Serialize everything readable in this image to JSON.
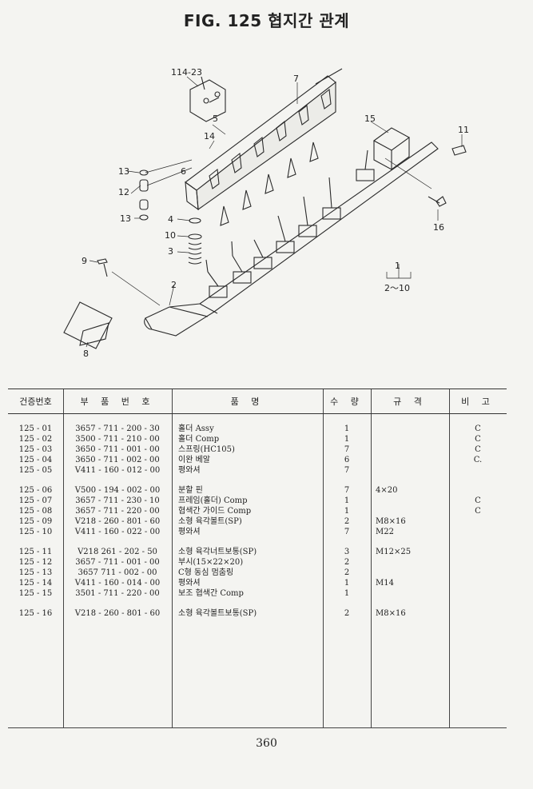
{
  "title": "FIG. 125 협지간 관계",
  "callouts": [
    "114-23",
    "7",
    "5",
    "14",
    "15",
    "11",
    "13",
    "6",
    "12",
    "13",
    "4",
    "10",
    "3",
    "16",
    "9",
    "2",
    "1",
    "2～10",
    "8"
  ],
  "table": {
    "headers": [
      "건증번호",
      "부 품 번 호",
      "품 명",
      "수 량",
      "규 격",
      "비 고"
    ],
    "groups": [
      [
        {
          "no": "125 - 01",
          "part": "3657 - 711 - 200 - 30",
          "name": "홀더 Assy",
          "qty": "1",
          "spec": "",
          "remark": "C"
        },
        {
          "no": "125 - 02",
          "part": "3500 - 711 - 210 - 00",
          "name": "홀더 Comp",
          "qty": "1",
          "spec": "",
          "remark": "C"
        },
        {
          "no": "125 - 03",
          "part": "3650 - 711 - 001 - 00",
          "name": "스프링(HC105)",
          "qty": "7",
          "spec": "",
          "remark": "C"
        },
        {
          "no": "125 - 04",
          "part": "3650 - 711 - 002 - 00",
          "name": "이완 베알",
          "qty": "6",
          "spec": "",
          "remark": "C."
        },
        {
          "no": "125 - 05",
          "part": "V411 - 160 - 012 - 00",
          "name": "평와셔",
          "qty": "7",
          "spec": "",
          "remark": ""
        }
      ],
      [
        {
          "no": "125 - 06",
          "part": "V500 - 194 - 002 - 00",
          "name": "분할 핀",
          "qty": "7",
          "spec": "4×20",
          "remark": ""
        },
        {
          "no": "125 - 07",
          "part": "3657 - 711 - 230 - 10",
          "name": "프레임(홀더) Comp",
          "qty": "1",
          "spec": "",
          "remark": "C"
        },
        {
          "no": "125 - 08",
          "part": "3657 - 711 - 220 - 00",
          "name": "협색간 가이드 Comp",
          "qty": "1",
          "spec": "",
          "remark": "C"
        },
        {
          "no": "125 - 09",
          "part": "V218 - 260 - 801 - 60",
          "name": "소형 육각볼트(SP)",
          "qty": "2",
          "spec": "M8×16",
          "remark": ""
        },
        {
          "no": "125 - 10",
          "part": "V411 - 160 - 022 - 00",
          "name": "평와셔",
          "qty": "7",
          "spec": "M22",
          "remark": ""
        }
      ],
      [
        {
          "no": "125 - 11",
          "part": "V218  261 - 202 - 50",
          "name": "소형 육각너트보통(SP)",
          "qty": "3",
          "spec": "M12×25",
          "remark": ""
        },
        {
          "no": "125 - 12",
          "part": "3657 - 711 - 001 - 00",
          "name": "부시(15×22×20)",
          "qty": "2",
          "spec": "",
          "remark": ""
        },
        {
          "no": "125 - 13",
          "part": "3657  711 - 002 - 00",
          "name": "C형 동심 멈춤링",
          "qty": "2",
          "spec": "",
          "remark": ""
        },
        {
          "no": "125 - 14",
          "part": "V411 - 160 - 014 - 00",
          "name": "평와셔",
          "qty": "1",
          "spec": "M14",
          "remark": ""
        },
        {
          "no": "125 - 15",
          "part": "3501 - 711 - 220 - 00",
          "name": "보조 협색간 Comp",
          "qty": "1",
          "spec": "",
          "remark": ""
        }
      ],
      [
        {
          "no": "125 - 16",
          "part": "V218 - 260 - 801 - 60",
          "name": "소형 육각볼트보통(SP)",
          "qty": "2",
          "spec": "M8×16",
          "remark": ""
        }
      ]
    ]
  },
  "page_number": "360"
}
